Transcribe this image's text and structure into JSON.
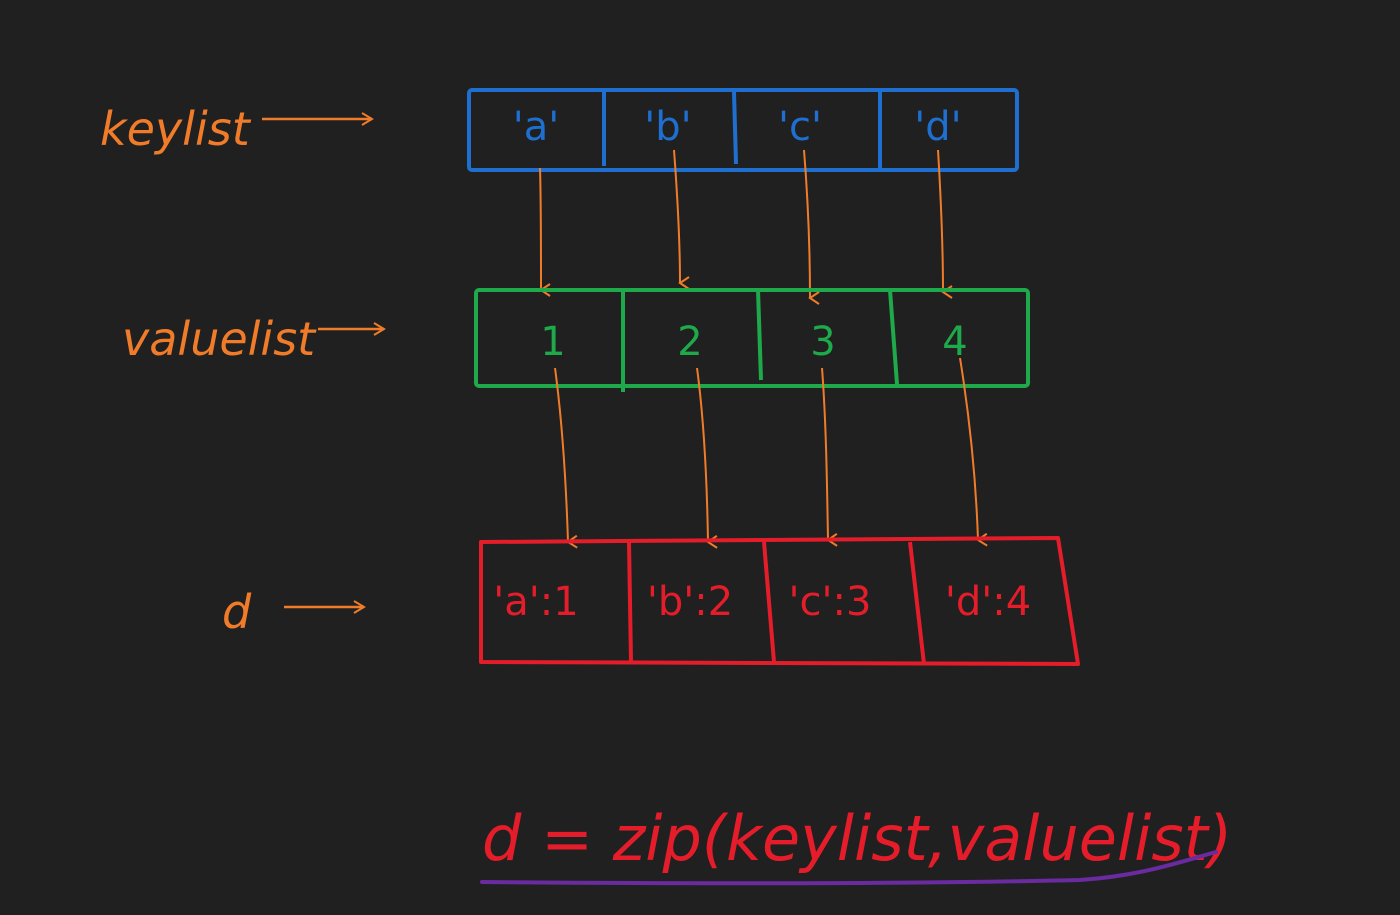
{
  "colors": {
    "background": "#202020",
    "label": "#f07c2a",
    "arrow": "#f07c2a",
    "keylist": "#1f6fd0",
    "valuelist": "#1eaa4a",
    "dict": "#e51d2a",
    "formula": "#e51d2a",
    "underline": "#6a2aa0"
  },
  "labels": {
    "keylist": "keylist",
    "valuelist": "valuelist",
    "d": "d"
  },
  "rows": {
    "keylist": [
      "'a'",
      "'b'",
      "'c'",
      "'d'"
    ],
    "valuelist": [
      "1",
      "2",
      "3",
      "4"
    ],
    "d": [
      "'a':1",
      "'b':2",
      "'c':3",
      "'d':4"
    ]
  },
  "formula": "d = zip(keylist,valuelist)"
}
